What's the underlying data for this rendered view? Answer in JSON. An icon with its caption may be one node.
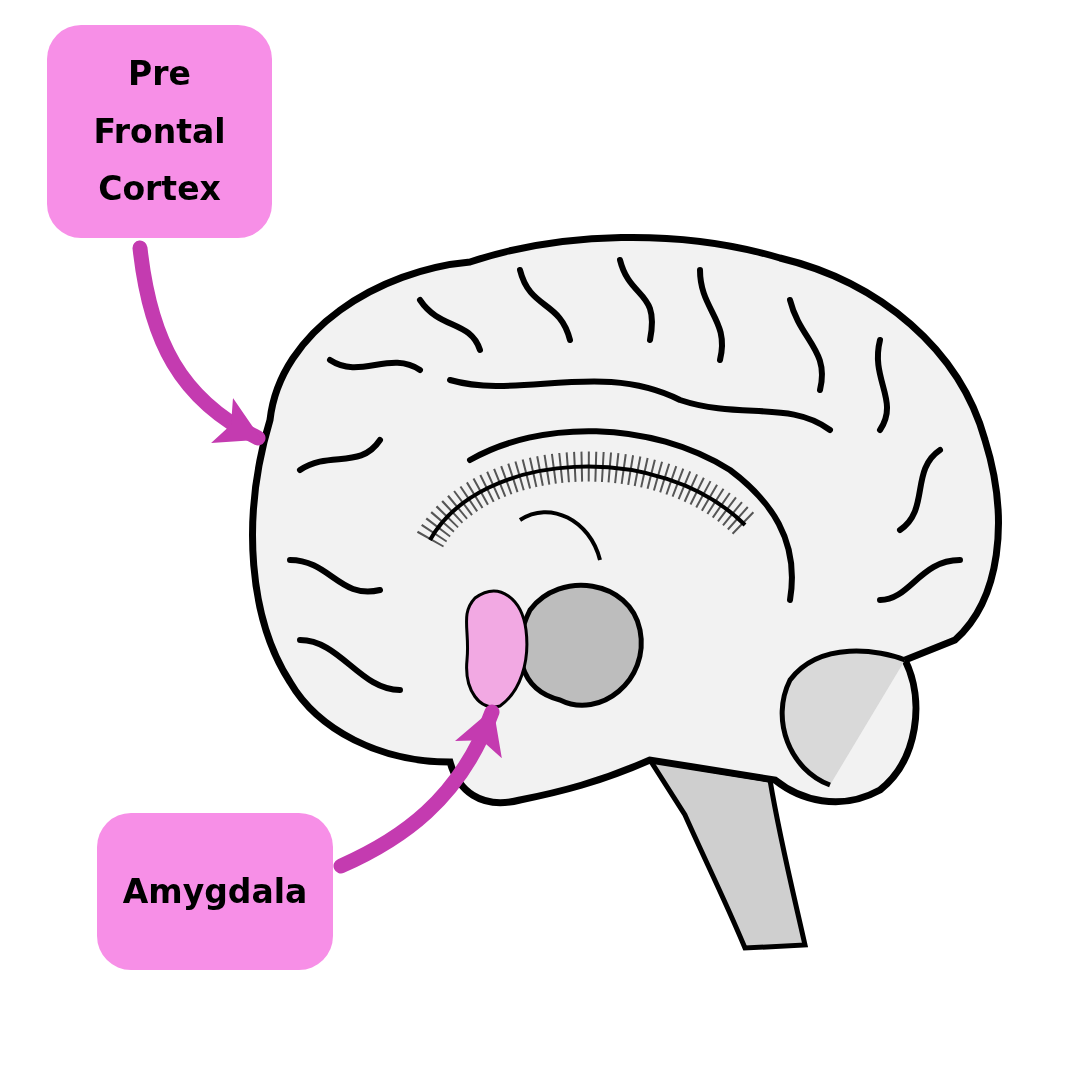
{
  "diagram": {
    "nodes": [
      {
        "text": [
          "Pre Frontal Cortex"
        ]
      },
      {
        "text": [
          "Amygdala"
        ]
      },
      {
        "text": [],
        "shape": "blob"
      }
    ],
    "edges": [
      {
        "from": 0,
        "to": null,
        "arrow": "to"
      },
      {
        "from": 1,
        "to": 2,
        "arrow": "to"
      }
    ]
  }
}
